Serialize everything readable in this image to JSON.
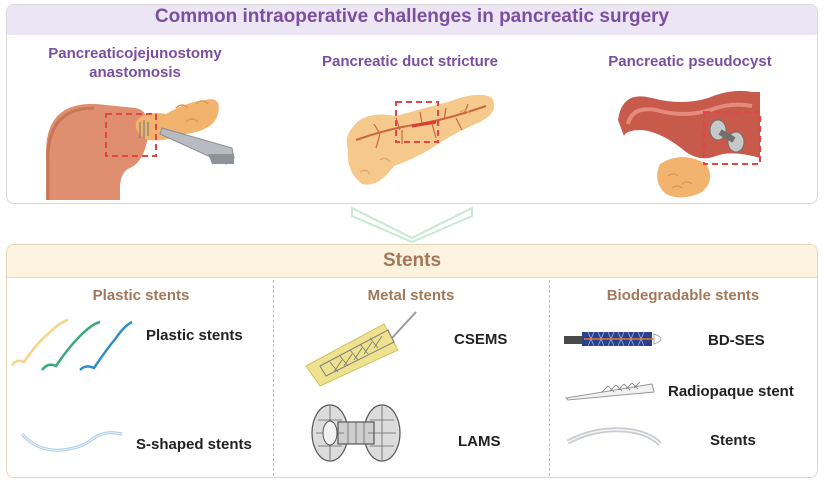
{
  "top": {
    "title": "Common intraoperative challenges in pancreatic surgery",
    "items": [
      {
        "label": "Pancreaticojejunostomy anastomosis"
      },
      {
        "label": "Pancreatic duct stricture"
      },
      {
        "label": "Pancreatic pseudocyst"
      }
    ]
  },
  "stents": {
    "title": "Stents",
    "columns": [
      {
        "title": "Plastic stents",
        "items": [
          "Plastic stents",
          "S-shaped stents"
        ]
      },
      {
        "title": "Metal stents",
        "items": [
          "CSEMS",
          "LAMS"
        ]
      },
      {
        "title": "Biodegradable stents",
        "items": [
          "BD-SES",
          "Radiopaque stent",
          "Stents"
        ]
      }
    ]
  },
  "colors": {
    "purple_accent": "#7b4ea0",
    "brown_accent": "#a3785a",
    "highlight_box": "#e04848",
    "arrow": "#c9e8d2"
  }
}
